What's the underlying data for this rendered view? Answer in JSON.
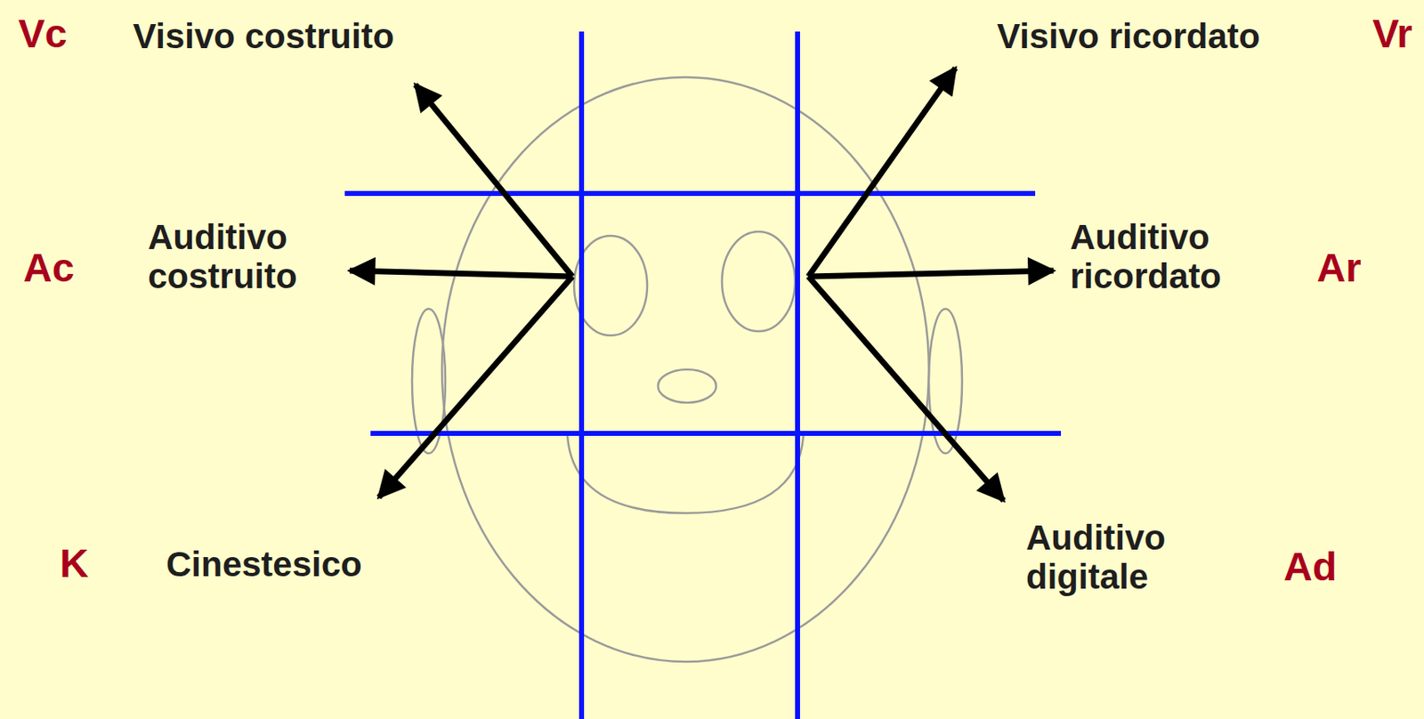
{
  "diagram": {
    "labels": [
      "Vc",
      "Visivo costruito",
      "Vr",
      "Visivo ricordato",
      "Ac",
      "Auditivo costruito",
      "Ar",
      "Auditivo ricordato",
      "K",
      "Cinestesico",
      "Ad",
      "Auditivo digitale"
    ]
  }
}
